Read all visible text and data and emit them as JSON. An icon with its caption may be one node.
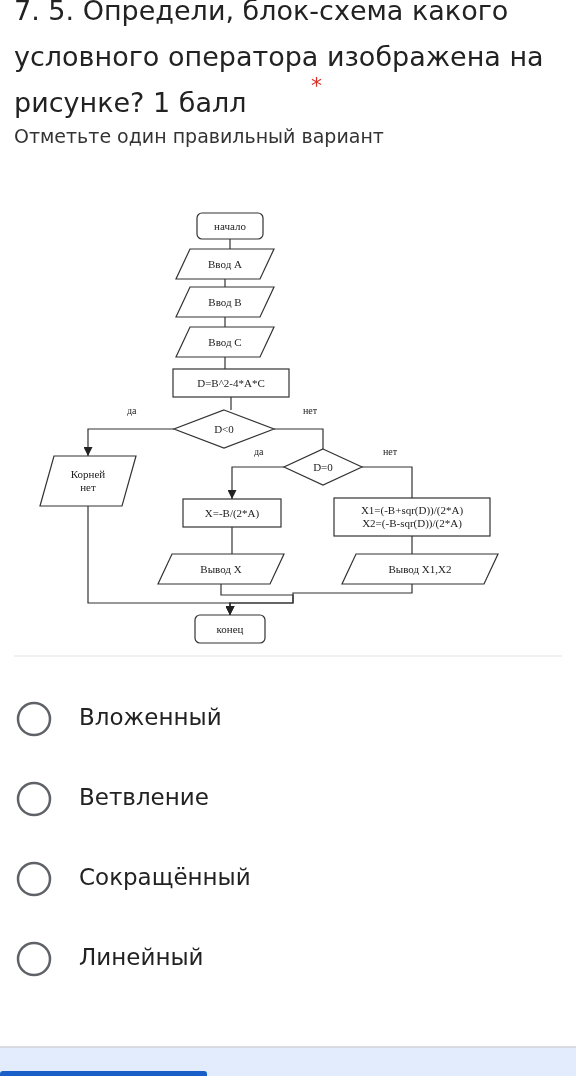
{
  "diagram": {
    "title": "7. 5. Определи, блок-схема какого условного оператора изображена на рисунке? 1 балл",
    "nodes": [
      {
        "text": [
          "начало"
        ]
      },
      {
        "text": [
          "Ввод A"
        ]
      },
      {
        "text": [
          "Ввод B"
        ]
      },
      {
        "text": [
          "Ввод C"
        ]
      },
      {
        "text": [
          "D=B^2-4*A*C"
        ]
      },
      {
        "text": [
          "D<0"
        ]
      },
      {
        "text": [
          "Корней нет"
        ]
      },
      {
        "text": [
          "D=0"
        ]
      },
      {
        "text": [
          "X=-B/(2*A)"
        ]
      },
      {
        "text": [
          "X1=(-B+sqr(D))/(2*A)",
          "X2=(-B-sqr(D))/(2*A)"
        ]
      },
      {
        "text": [
          "Вывод X"
        ]
      },
      {
        "text": [
          "Вывод X1,X2"
        ]
      },
      {
        "text": [
          "конец"
        ]
      }
    ],
    "edges": [
      {
        "from": 0,
        "to": 1,
        "arrow": "none"
      },
      {
        "from": 1,
        "to": 2,
        "arrow": "none"
      },
      {
        "from": 2,
        "to": 3,
        "arrow": "none"
      },
      {
        "from": 3,
        "to": 4,
        "arrow": "none"
      },
      {
        "from": 4,
        "to": 5,
        "arrow": "none"
      },
      {
        "from": 5,
        "to": 6,
        "arrow": "to",
        "label": "да"
      },
      {
        "from": 5,
        "to": 7,
        "arrow": "none",
        "label": "нет"
      },
      {
        "from": 7,
        "to": 8,
        "arrow": "to",
        "label": "да"
      },
      {
        "from": 7,
        "to": 9,
        "arrow": "none",
        "label": "нет"
      },
      {
        "from": 8,
        "to": 10,
        "arrow": "none"
      },
      {
        "from": 9,
        "to": 11,
        "arrow": "none"
      },
      {
        "from": 6,
        "to": 12,
        "arrow": "to"
      },
      {
        "from": 10,
        "to": 12,
        "arrow": "to"
      },
      {
        "from": 11,
        "to": 12,
        "arrow": "to"
      }
    ],
    "labels": [
      "*",
      "Отметьте один правильный вариант",
      "Вложенный",
      "Ветвление",
      "Сокращённый",
      "Линейный"
    ]
  }
}
